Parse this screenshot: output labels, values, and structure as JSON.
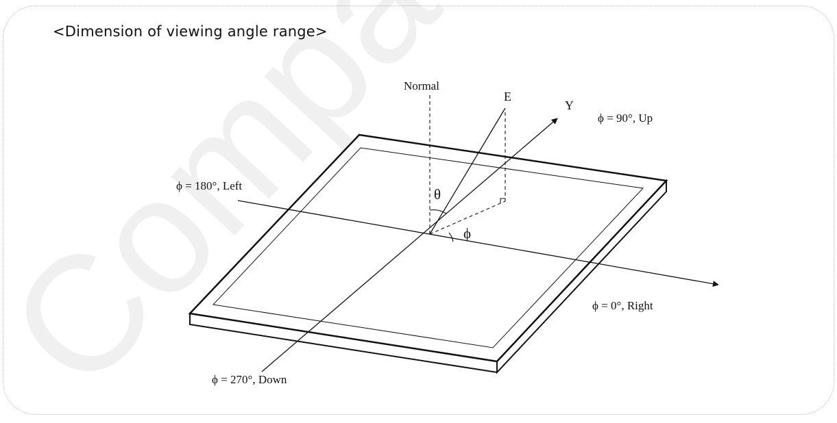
{
  "heading": "<Dimension of viewing angle range>",
  "watermark": "Compa",
  "labels": {
    "normal": "Normal",
    "e": "E",
    "y": "Y",
    "up": "ϕ = 90°, Up",
    "left": "ϕ = 180°, Left",
    "right": "ϕ = 0°, Right",
    "down": "ϕ = 270°, Down",
    "theta": "θ",
    "phi": "ϕ"
  },
  "colors": {
    "line": "#111111",
    "frame": "#b9b9b9"
  }
}
